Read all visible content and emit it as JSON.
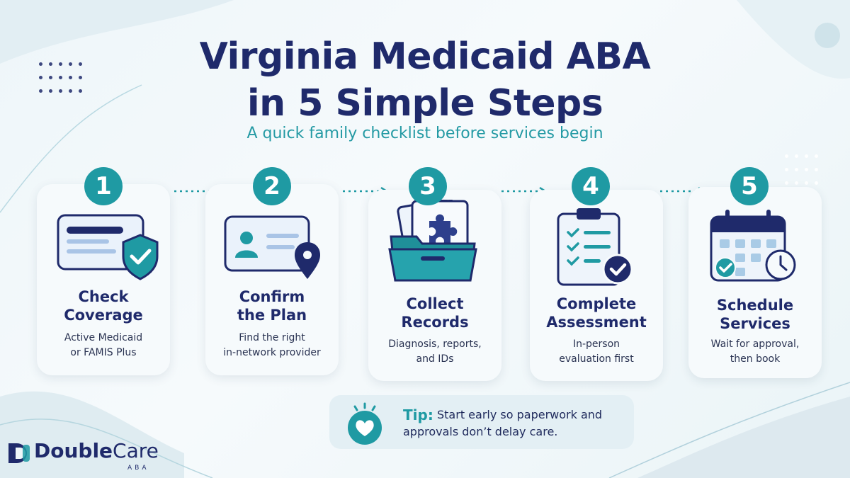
{
  "title": {
    "line1": "Virginia Medicaid ABA",
    "line2": "in 5 Simple Steps"
  },
  "subtitle": "A quick family checklist before services begin",
  "steps": [
    {
      "number": "1",
      "title_l1": "Check",
      "title_l2": "Coverage",
      "desc_l1": "Active Medicaid",
      "desc_l2": "or FAMIS Plus",
      "icon": "id-card-shield-icon"
    },
    {
      "number": "2",
      "title_l1": "Confirm",
      "title_l2": "the Plan",
      "desc_l1": "Find the right",
      "desc_l2": "in-network provider",
      "icon": "id-card-location-pin-icon"
    },
    {
      "number": "3",
      "title_l1": "Collect",
      "title_l2": "Records",
      "desc_l1": "Diagnosis, reports,",
      "desc_l2": "and IDs",
      "icon": "folder-puzzle-icon"
    },
    {
      "number": "4",
      "title_l1": "Complete",
      "title_l2": "Assessment",
      "desc_l1": "In-person",
      "desc_l2": "evaluation first",
      "icon": "clipboard-check-icon"
    },
    {
      "number": "5",
      "title_l1": "Schedule",
      "title_l2": "Services",
      "desc_l1": "Wait for approval,",
      "desc_l2": "then book",
      "icon": "calendar-clock-icon"
    }
  ],
  "tip": {
    "label": "Tip:",
    "text": "Start early so paperwork and approvals don’t delay care.",
    "icon": "heart-lightbulb-icon"
  },
  "logo": {
    "word_bold": "Double",
    "word_light": "Care",
    "sub": "ABA"
  },
  "colors": {
    "navy": "#1f2a6b",
    "teal": "#1f9aa3",
    "card": "#f6fafc"
  }
}
